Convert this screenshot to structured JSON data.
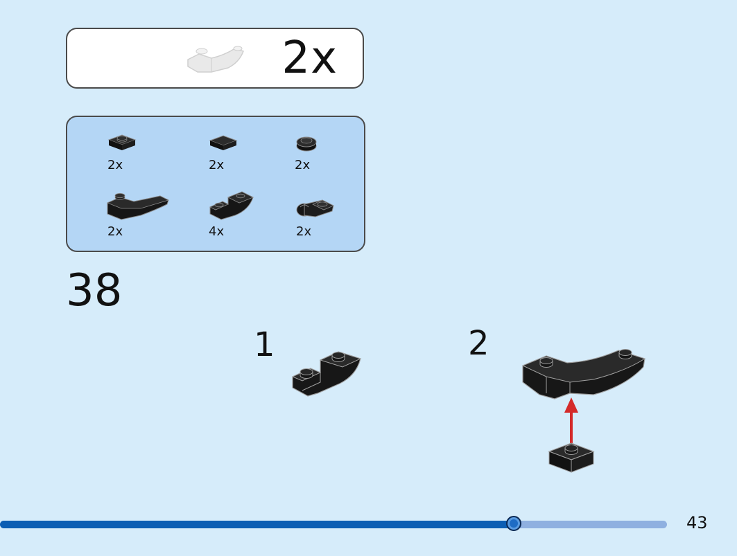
{
  "callout": {
    "quantity": "2x",
    "preview_icon": "curved-slope-assembly-icon"
  },
  "parts": [
    {
      "quantity": "2x",
      "icon": "plate-1x1-icon"
    },
    {
      "quantity": "2x",
      "icon": "tile-1x1-icon"
    },
    {
      "quantity": "2x",
      "icon": "round-plate-1x1-icon"
    },
    {
      "quantity": "2x",
      "icon": "curved-slope-2x1-icon"
    },
    {
      "quantity": "4x",
      "icon": "inverted-curved-slope-icon"
    },
    {
      "quantity": "2x",
      "icon": "clip-plate-icon"
    }
  ],
  "step": {
    "number": "38"
  },
  "substeps": [
    {
      "label": "1",
      "icon": "inverted-curved-slope-pair-icon"
    },
    {
      "label": "2",
      "icon": "curved-slope-attach-icon"
    }
  ],
  "arrow_color": "#d42a2a",
  "brick_color": "#1f1f1f",
  "progress": {
    "fraction": 0.77
  },
  "page_number": "43"
}
